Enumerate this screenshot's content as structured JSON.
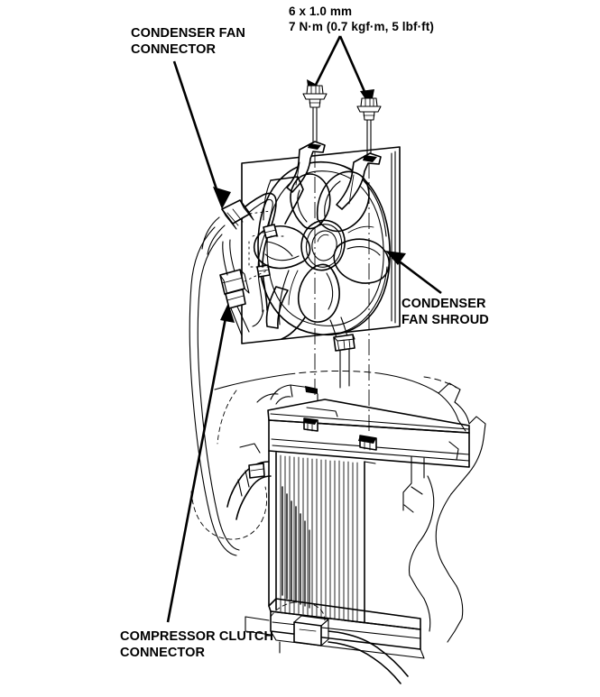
{
  "figure": {
    "title": "Condenser fan and radiator assembly exploded view",
    "background_color": "#ffffff",
    "line_color": "#000000",
    "labels": {
      "torque_spec": "6 x 1.0 mm\n7 N·m (0.7 kgf·m, 5 lbf·ft)",
      "condenser_fan_connector": "CONDENSER FAN\nCONNECTOR",
      "condenser_fan_shroud": "CONDENSER\nFAN SHROUD",
      "compressor_clutch_connector": "COMPRESSOR CLUTCH\nCONNECTOR"
    },
    "components": {
      "bolt_count": 2,
      "bolt_description": "hex flange bolt with washer",
      "fan_blade_count": 5,
      "parts": [
        "condenser fan shroud",
        "condenser fan blade",
        "fan motor",
        "mounting bracket",
        "radiator core",
        "radiator upper tank",
        "radiator lower tank",
        "wire harness",
        "condenser fan connector",
        "compressor clutch connector"
      ]
    }
  }
}
